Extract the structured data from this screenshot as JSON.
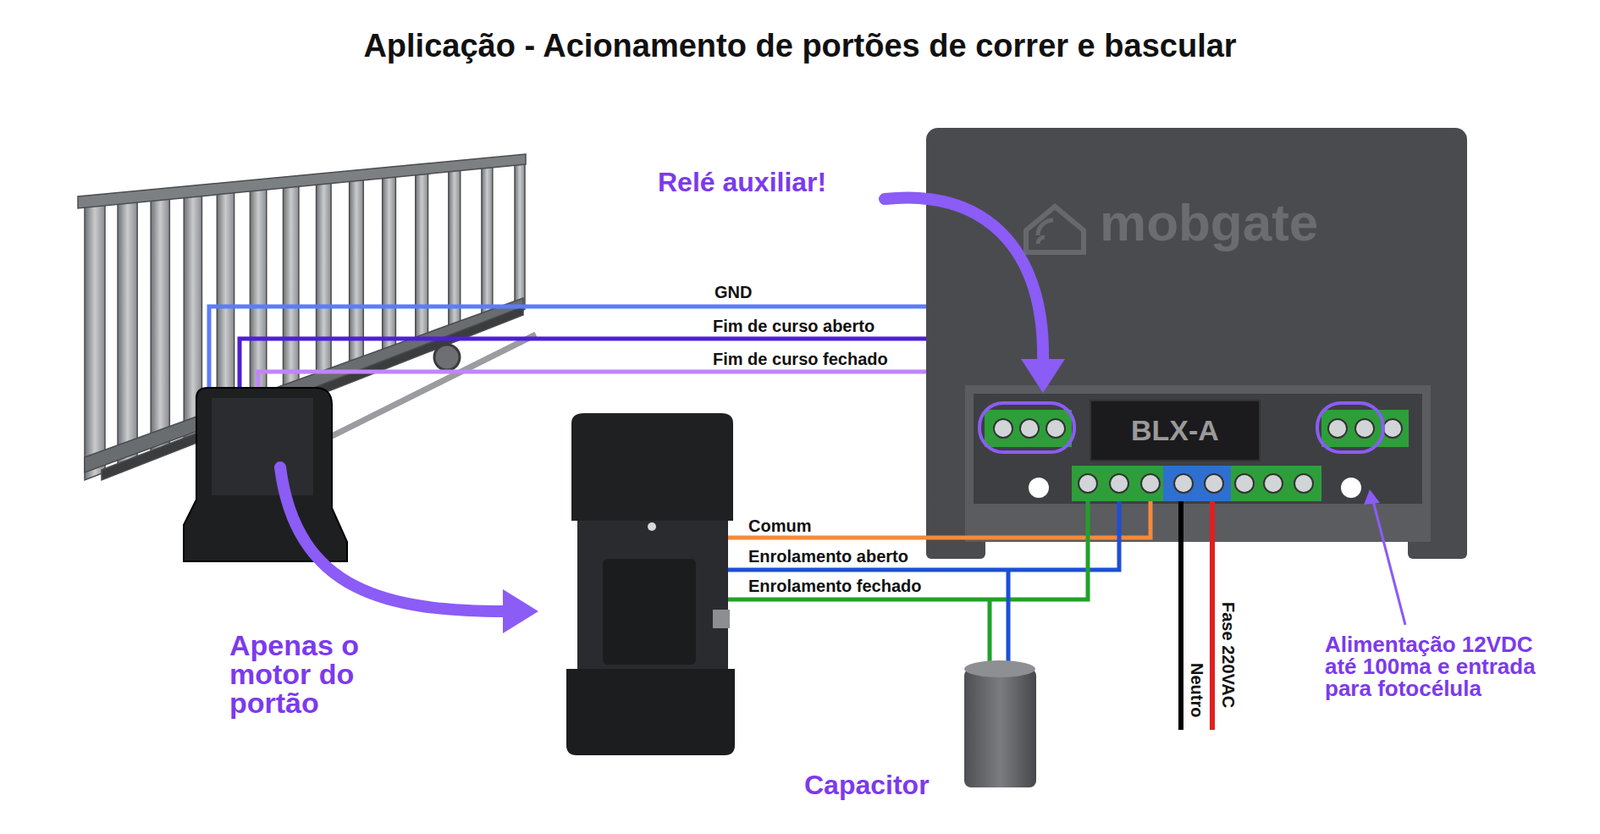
{
  "diagram": {
    "title": "Aplicação - Acionamento de portões de correr e bascular",
    "nodes": [
      {
        "text": [
          "mobgate"
        ]
      },
      {
        "text": [
          "BLX-A"
        ],
        "in": 0
      }
    ],
    "labels": [
      "Relé auxiliar!",
      "GND",
      "Fim de curso aberto",
      "Fim de curso fechado",
      "Comum",
      "Enrolamento aberto",
      "Enrolamento fechado",
      "Apenas o motor do portão",
      "Fase 220VAC",
      "Neutro",
      "Alimentação 12VDC até 100ma e entrada para fotocélula",
      "Capacitor"
    ]
  }
}
